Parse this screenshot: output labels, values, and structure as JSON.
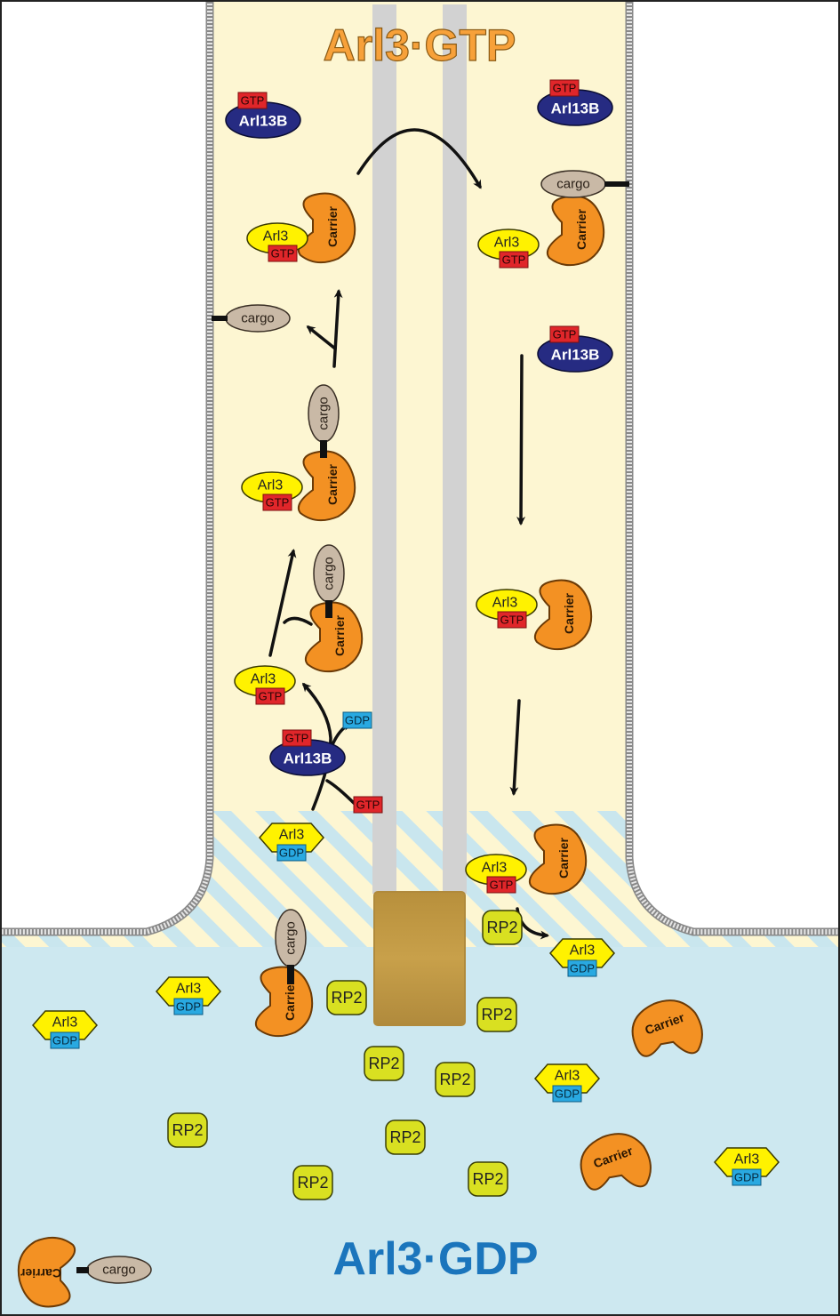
{
  "title_top": "Arl3·GTP",
  "title_bottom": "Arl3·GDP",
  "labels": {
    "arl3": "Arl3",
    "gtp": "GTP",
    "gdp": "GDP",
    "arl13b": "Arl13B",
    "carrier": "Carrier",
    "cargo": "cargo",
    "rp2": "RP2"
  },
  "colors": {
    "cilium_bg": "#fdf6d2",
    "cell_bg": "#cde8f0",
    "axoneme": "#d2d2d2",
    "basal_body": "#c8a04a",
    "carrier": "#f39123",
    "arl3": "#fff200",
    "gtp_tag": "#e0262a",
    "gdp_tag": "#29a9e1",
    "arl13b": "#262b82",
    "cargo": "#c9b9a6",
    "rp2": "#d9e021",
    "title_top": "#f7a13a",
    "title_bottom": "#1b75bc"
  }
}
